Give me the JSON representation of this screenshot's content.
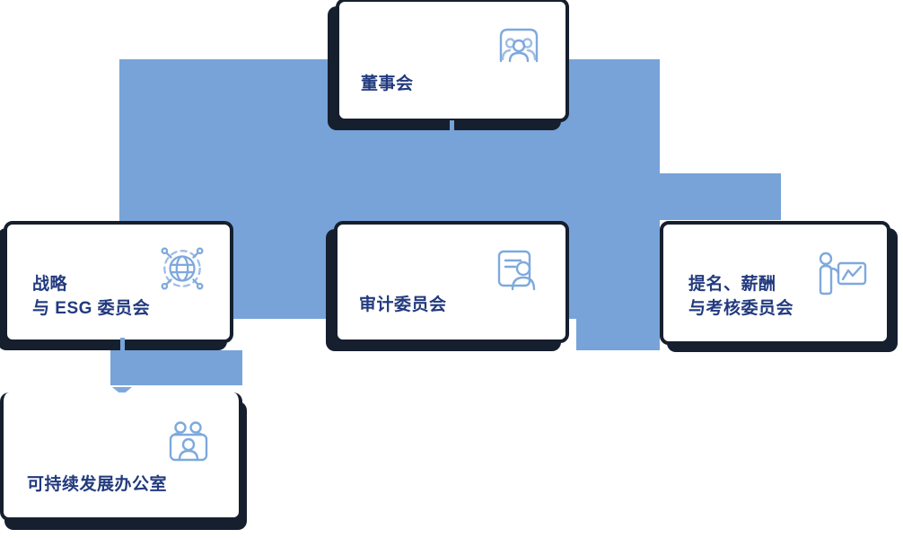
{
  "palette": {
    "connector_blue": "#78a3d8",
    "frame_navy": "#161f2e",
    "text_navy": "#223a7e",
    "icon_blue": "#7ea9dd",
    "card_white": "#ffffff"
  },
  "org_chart": {
    "type": "organization-diagram",
    "nodes": [
      {
        "id": "board",
        "lines": [
          "董事会"
        ],
        "icon": "meeting-icon"
      },
      {
        "id": "strategy-esg-committee",
        "lines": [
          "战略",
          "与 ESG 委员会"
        ],
        "icon": "globe-network-icon"
      },
      {
        "id": "audit-committee",
        "lines": [
          "审计委员会"
        ],
        "icon": "id-card-person-icon"
      },
      {
        "id": "nomination-remuneration-assessment-committee",
        "lines": [
          "提名、薪酬",
          "与考核委员会"
        ],
        "icon": "presenter-chart-icon"
      },
      {
        "id": "sustainability-office",
        "lines": [
          "可持续发展办公室"
        ],
        "icon": "team-meeting-icon"
      }
    ],
    "edges": [
      {
        "from": "board",
        "to": "strategy-esg-committee"
      },
      {
        "from": "board",
        "to": "audit-committee"
      },
      {
        "from": "board",
        "to": "nomination-remuneration-assessment-committee"
      },
      {
        "from": "strategy-esg-committee",
        "to": "sustainability-office",
        "arrow": "down"
      }
    ]
  }
}
